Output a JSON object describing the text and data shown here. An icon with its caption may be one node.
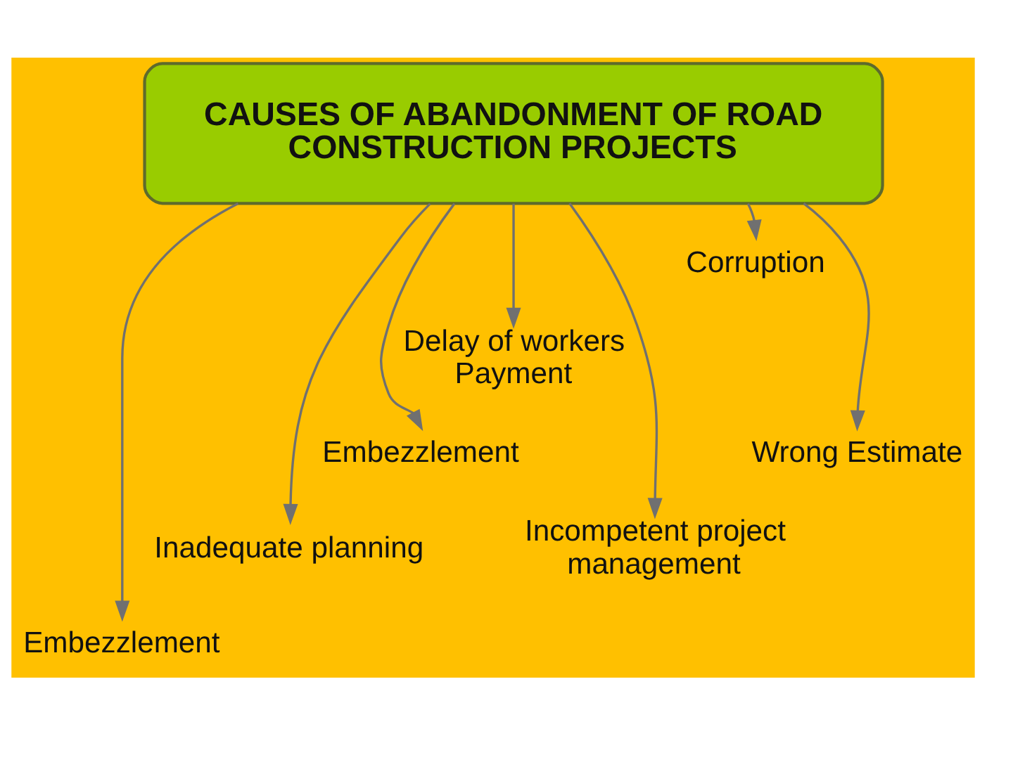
{
  "diagram": {
    "nodes": [
      {
        "text": [
          "CAUSES OF ABANDONMENT OF ROAD CONSTRUCTION PROJECTS"
        ]
      },
      {
        "text": [
          "Embezzlement"
        ]
      },
      {
        "text": [
          "Inadequate planning"
        ]
      },
      {
        "text": [
          "Embezzlement"
        ]
      },
      {
        "text": [
          "Delay of workers Payment"
        ]
      },
      {
        "text": [
          "Incompetent project management"
        ]
      },
      {
        "text": [
          "Corruption"
        ]
      },
      {
        "text": [
          "Wrong Estimate"
        ]
      }
    ],
    "edges": [
      {
        "from": 0,
        "to": 1,
        "arrow": "to"
      },
      {
        "from": 0,
        "to": 2,
        "arrow": "to"
      },
      {
        "from": 0,
        "to": 3,
        "arrow": "to"
      },
      {
        "from": 0,
        "to": 4,
        "arrow": "to"
      },
      {
        "from": 0,
        "to": 5,
        "arrow": "to"
      },
      {
        "from": 0,
        "to": 6,
        "arrow": "to"
      },
      {
        "from": 0,
        "to": 7,
        "arrow": "to"
      }
    ]
  }
}
